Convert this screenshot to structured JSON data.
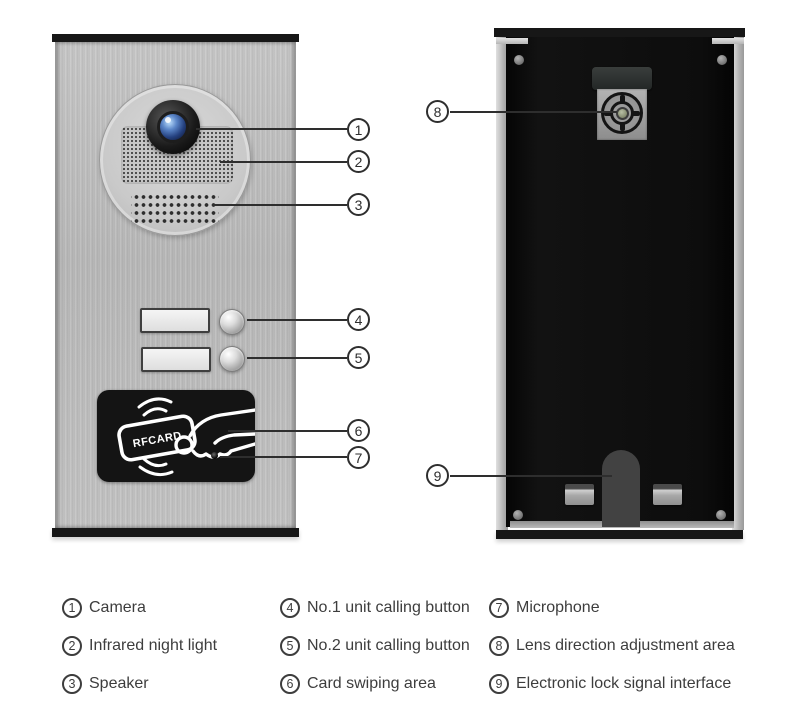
{
  "front": {
    "rfcard_label": "RFCARD"
  },
  "callouts": {
    "front": [
      "1",
      "2",
      "3",
      "4",
      "5",
      "6",
      "7"
    ],
    "back": [
      "8",
      "9"
    ]
  },
  "legend": {
    "items": [
      {
        "num": "1",
        "label": "Camera"
      },
      {
        "num": "2",
        "label": "Infrared night light"
      },
      {
        "num": "3",
        "label": "Speaker"
      },
      {
        "num": "4",
        "label": "No.1 unit calling button"
      },
      {
        "num": "5",
        "label": "No.2 unit calling button"
      },
      {
        "num": "6",
        "label": "Card swiping area"
      },
      {
        "num": "7",
        "label": "Microphone"
      },
      {
        "num": "8",
        "label": "Lens direction adjustment area"
      },
      {
        "num": "9",
        "label": "Electronic lock signal interface"
      }
    ]
  },
  "colors": {
    "panel_silver": "#c0c0c0",
    "back_panel_black": "#0d0d0d",
    "device_trim_black": "#171717",
    "lens_blue": "#3d66ad",
    "callout_line": "#2e2e2e",
    "rf_zone_black": "#141414",
    "lock_arch_gray": "#424242"
  }
}
